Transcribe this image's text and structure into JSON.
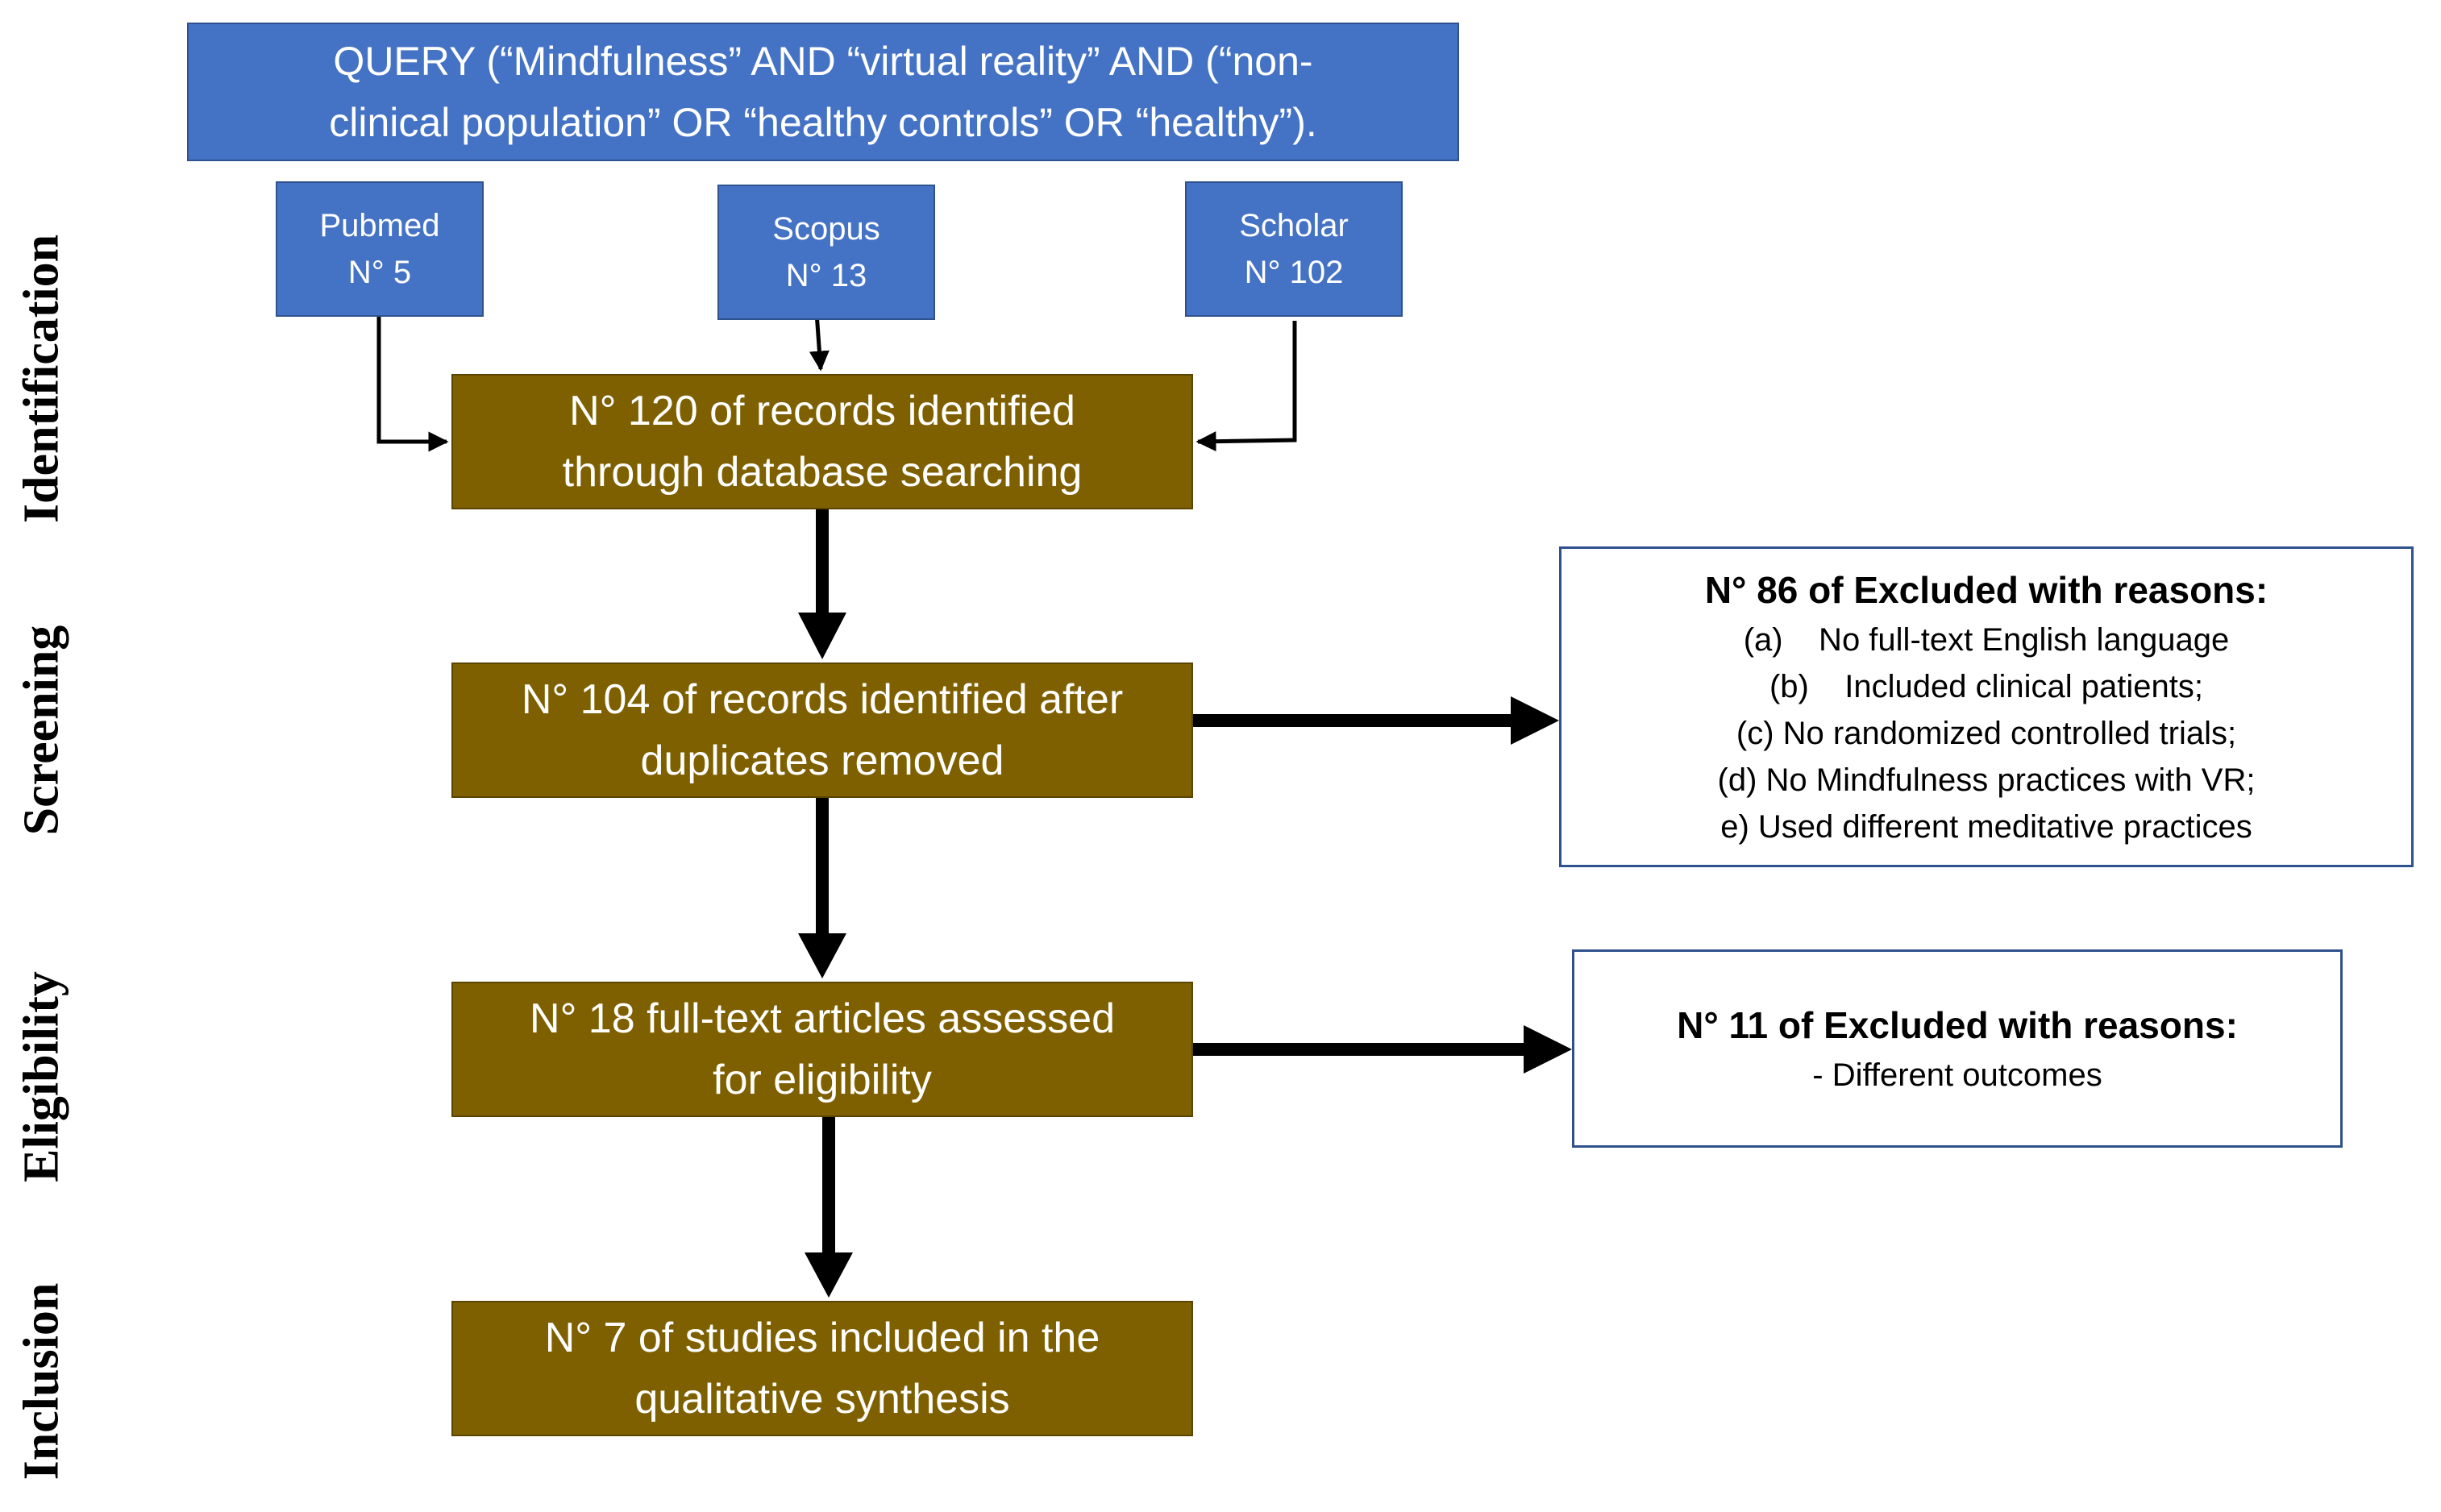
{
  "phases": [
    "Identification",
    "Screening",
    "Eligibility",
    "Inclusion"
  ],
  "query": {
    "line1": "QUERY (“Mindfulness” AND “virtual reality” AND (“non-",
    "line2": "clinical population” OR “healthy controls” OR “healthy”)."
  },
  "databases": [
    {
      "name": "Pubmed",
      "count": "N° 5"
    },
    {
      "name": "Scopus",
      "count": "N° 13"
    },
    {
      "name": "Scholar",
      "count": "N° 102"
    }
  ],
  "stages": [
    {
      "line1": "N° 120 of records identified",
      "line2": "through database searching"
    },
    {
      "line1": "N° 104 of records identified after",
      "line2": "duplicates removed"
    },
    {
      "line1": "N° 18 full-text articles assessed",
      "line2": "for eligibility"
    },
    {
      "line1": "N° 7 of studies included in the",
      "line2": "qualitative synthesis"
    }
  ],
  "exclusions": [
    {
      "title": "N° 86 of Excluded with reasons:",
      "items": [
        "(a)    No full-text English language",
        "(b)    Included clinical patients;",
        "(c) No randomized controlled trials;",
        "(d) No Mindfulness practices with VR;",
        "e) Used different meditative practices"
      ]
    },
    {
      "title": "N° 11 of Excluded with reasons:",
      "items": [
        "- Different outcomes"
      ]
    }
  ],
  "colors": {
    "query_fill": "#4472c4",
    "stage_fill": "#7f6000",
    "exclusion_border": "#2f528f",
    "arrow": "#000000"
  }
}
